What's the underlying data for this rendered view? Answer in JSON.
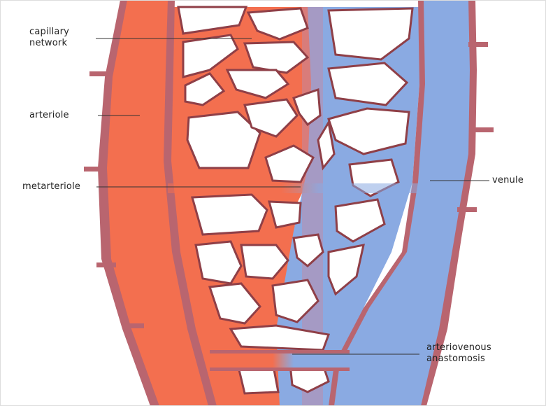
{
  "labels": {
    "capillary_network": "capillary\nnetwork",
    "arteriole": "arteriole",
    "metarteriole": "metarteriole",
    "venule": "venule",
    "arteriovenous_anastomosis": "arteriovenous\nanastomosis"
  },
  "colors": {
    "artery": "#f36f4f",
    "vein": "#8aaae2",
    "vessel_wall": "#b9656f",
    "tissue": "#ffffff",
    "outline": "#8f3f47",
    "leader_line": "#333333"
  }
}
